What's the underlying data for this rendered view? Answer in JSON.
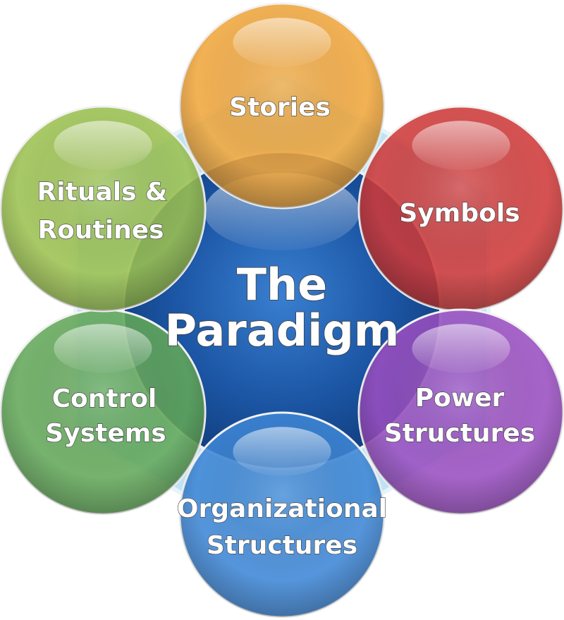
{
  "center": {
    "title_line1": "The",
    "title_line2": "Paradigm",
    "color": "#1f5fb0"
  },
  "elements": [
    {
      "id": "stories",
      "line1": "Stories",
      "line2": "",
      "color": "#f0a63c"
    },
    {
      "id": "symbols",
      "line1": "Symbols",
      "line2": "",
      "color": "#d03a3a"
    },
    {
      "id": "power-structures",
      "line1": "Power",
      "line2": "Structures",
      "color": "#9a4ec2"
    },
    {
      "id": "organizational-structures",
      "line1": "Organizational",
      "line2": "Structures",
      "color": "#3d86d6"
    },
    {
      "id": "control-systems",
      "line1": "Control",
      "line2": "Systems",
      "color": "#63a85a"
    },
    {
      "id": "rituals-routines",
      "line1": "Rituals &",
      "line2": "Routines",
      "color": "#9cc251"
    }
  ],
  "background_hexagon_color": "#bfe3f4"
}
